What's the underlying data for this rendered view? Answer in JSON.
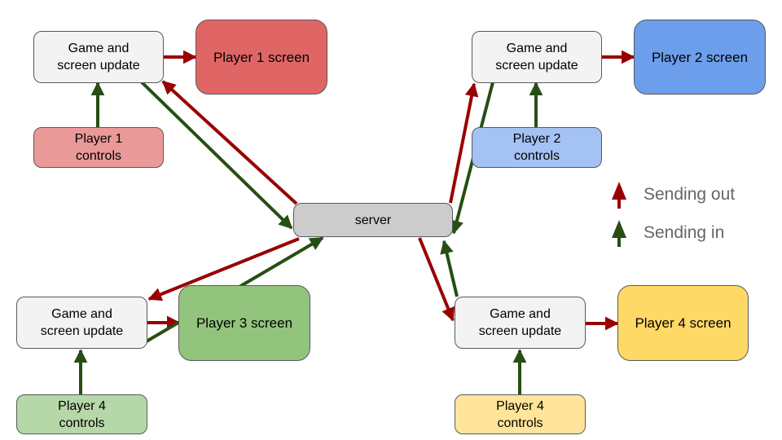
{
  "colors": {
    "sending_out": "#990000",
    "sending_in": "#274e13",
    "game_box": "#f3f3f3",
    "server_box": "#cccccc",
    "player1_screen": "#e06666",
    "player1_controls": "#ea9999",
    "player2_screen": "#6d9eeb",
    "player2_controls": "#a4c2f4",
    "player3_screen": "#93c47d",
    "player3_controls": "#b6d7a8",
    "player4_screen": "#ffd966",
    "player4_controls": "#ffe599"
  },
  "server": {
    "label": "server"
  },
  "quadrants": [
    {
      "id": "top-left",
      "game_update": {
        "line1": "Game and",
        "line2": "screen update"
      },
      "screen": {
        "label": "Player 1 screen"
      },
      "controls": {
        "line1": "Player 1",
        "line2": "controls"
      }
    },
    {
      "id": "top-right",
      "game_update": {
        "line1": "Game and",
        "line2": "screen update"
      },
      "screen": {
        "label": "Player 2 screen"
      },
      "controls": {
        "line1": "Player 2",
        "line2": "controls"
      }
    },
    {
      "id": "bottom-left",
      "game_update": {
        "line1": "Game and",
        "line2": "screen update"
      },
      "screen": {
        "label": "Player 3 screen"
      },
      "controls": {
        "line1": "Player 4",
        "line2": "controls"
      }
    },
    {
      "id": "bottom-right",
      "game_update": {
        "line1": "Game and",
        "line2": "screen update"
      },
      "screen": {
        "label": "Player 4 screen"
      },
      "controls": {
        "line1": "Player 4",
        "line2": "controls"
      }
    }
  ],
  "legend": {
    "sending_out": "Sending out",
    "sending_in": "Sending in"
  }
}
